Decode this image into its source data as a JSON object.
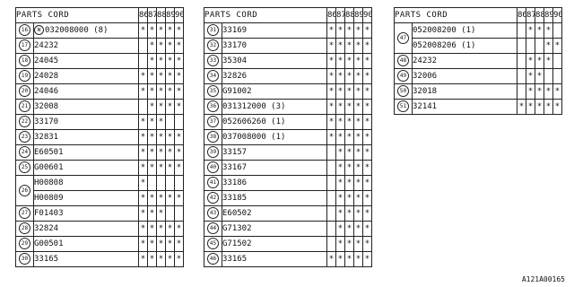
{
  "header": {
    "title": "PARTS CORD",
    "years": [
      "86",
      "87",
      "88",
      "89",
      "90"
    ]
  },
  "mark": "*",
  "footer_code": "A121A00165",
  "tables": [
    {
      "rows": [
        {
          "idx": "16",
          "prefix": "W",
          "code": "032008000 (8)",
          "marks": [
            1,
            1,
            1,
            1,
            1
          ]
        },
        {
          "idx": "17",
          "code": "24232",
          "marks": [
            0,
            1,
            1,
            1,
            1
          ]
        },
        {
          "idx": "18",
          "code": "24045",
          "marks": [
            0,
            1,
            1,
            1,
            1
          ]
        },
        {
          "idx": "19",
          "code": "24028",
          "marks": [
            1,
            1,
            1,
            1,
            1
          ]
        },
        {
          "idx": "20",
          "code": "24046",
          "marks": [
            1,
            1,
            1,
            1,
            1
          ]
        },
        {
          "idx": "21",
          "code": "32008",
          "marks": [
            0,
            1,
            1,
            1,
            1
          ]
        },
        {
          "idx": "22",
          "code": "33170",
          "marks": [
            1,
            1,
            1,
            0,
            0
          ]
        },
        {
          "idx": "23",
          "code": "32831",
          "marks": [
            1,
            1,
            1,
            1,
            1
          ]
        },
        {
          "idx": "24",
          "code": "E60501",
          "marks": [
            1,
            1,
            1,
            1,
            1
          ]
        },
        {
          "idx": "25",
          "code": "G00601",
          "marks": [
            1,
            1,
            1,
            1,
            1
          ]
        },
        {
          "idx": "26",
          "code": "H00808",
          "marks": [
            1,
            0,
            0,
            0,
            0
          ]
        },
        {
          "idx": "",
          "code": "H00809",
          "marks": [
            1,
            1,
            1,
            1,
            1
          ]
        },
        {
          "idx": "27",
          "code": "F01403",
          "marks": [
            1,
            1,
            1,
            0,
            0
          ]
        },
        {
          "idx": "28",
          "code": "32824",
          "marks": [
            1,
            1,
            1,
            1,
            1
          ]
        },
        {
          "idx": "29",
          "code": "G00501",
          "marks": [
            1,
            1,
            1,
            1,
            1
          ]
        },
        {
          "idx": "30",
          "code": "33165",
          "marks": [
            1,
            1,
            1,
            1,
            1
          ]
        }
      ]
    },
    {
      "rows": [
        {
          "idx": "31",
          "code": "33169",
          "marks": [
            1,
            1,
            1,
            1,
            1
          ]
        },
        {
          "idx": "32",
          "code": "33170",
          "marks": [
            1,
            1,
            1,
            1,
            1
          ]
        },
        {
          "idx": "33",
          "code": "35304",
          "marks": [
            1,
            1,
            1,
            1,
            1
          ]
        },
        {
          "idx": "34",
          "code": "32826",
          "marks": [
            1,
            1,
            1,
            1,
            1
          ]
        },
        {
          "idx": "35",
          "code": "G91002",
          "marks": [
            1,
            1,
            1,
            1,
            1
          ]
        },
        {
          "idx": "36",
          "code": "031312000  (3)",
          "marks": [
            1,
            1,
            1,
            1,
            1
          ]
        },
        {
          "idx": "37",
          "code": "052606260 (1)",
          "marks": [
            1,
            1,
            1,
            1,
            1
          ]
        },
        {
          "idx": "38",
          "code": "037008000  (1)",
          "marks": [
            1,
            1,
            1,
            1,
            1
          ]
        },
        {
          "idx": "39",
          "code": "33157",
          "marks": [
            0,
            1,
            1,
            1,
            1
          ]
        },
        {
          "idx": "40",
          "code": "33167",
          "marks": [
            0,
            1,
            1,
            1,
            1
          ]
        },
        {
          "idx": "41",
          "code": "33186",
          "marks": [
            0,
            1,
            1,
            1,
            1
          ]
        },
        {
          "idx": "42",
          "code": "33185",
          "marks": [
            0,
            1,
            1,
            1,
            1
          ]
        },
        {
          "idx": "43",
          "code": "E60502",
          "marks": [
            0,
            1,
            1,
            1,
            1
          ]
        },
        {
          "idx": "44",
          "code": "G71302",
          "marks": [
            0,
            1,
            1,
            1,
            1
          ]
        },
        {
          "idx": "45",
          "code": "G71502",
          "marks": [
            0,
            1,
            1,
            1,
            1
          ]
        },
        {
          "idx": "46",
          "code": "33165",
          "marks": [
            1,
            1,
            1,
            1,
            1
          ]
        }
      ]
    },
    {
      "rows": [
        {
          "idx": "47",
          "code": "052008200 (1)",
          "marks": [
            0,
            1,
            1,
            1,
            0
          ]
        },
        {
          "idx": "",
          "code": "052008206 (1)",
          "marks": [
            0,
            0,
            0,
            1,
            1
          ]
        },
        {
          "idx": "48",
          "code": "24232",
          "marks": [
            0,
            1,
            1,
            1,
            0
          ]
        },
        {
          "idx": "49",
          "code": "32006",
          "marks": [
            0,
            1,
            1,
            0,
            0
          ]
        },
        {
          "idx": "50",
          "code": "32018",
          "marks": [
            0,
            1,
            1,
            1,
            1
          ]
        },
        {
          "idx": "51",
          "code": "32141",
          "marks": [
            1,
            1,
            1,
            1,
            1
          ]
        }
      ]
    }
  ]
}
